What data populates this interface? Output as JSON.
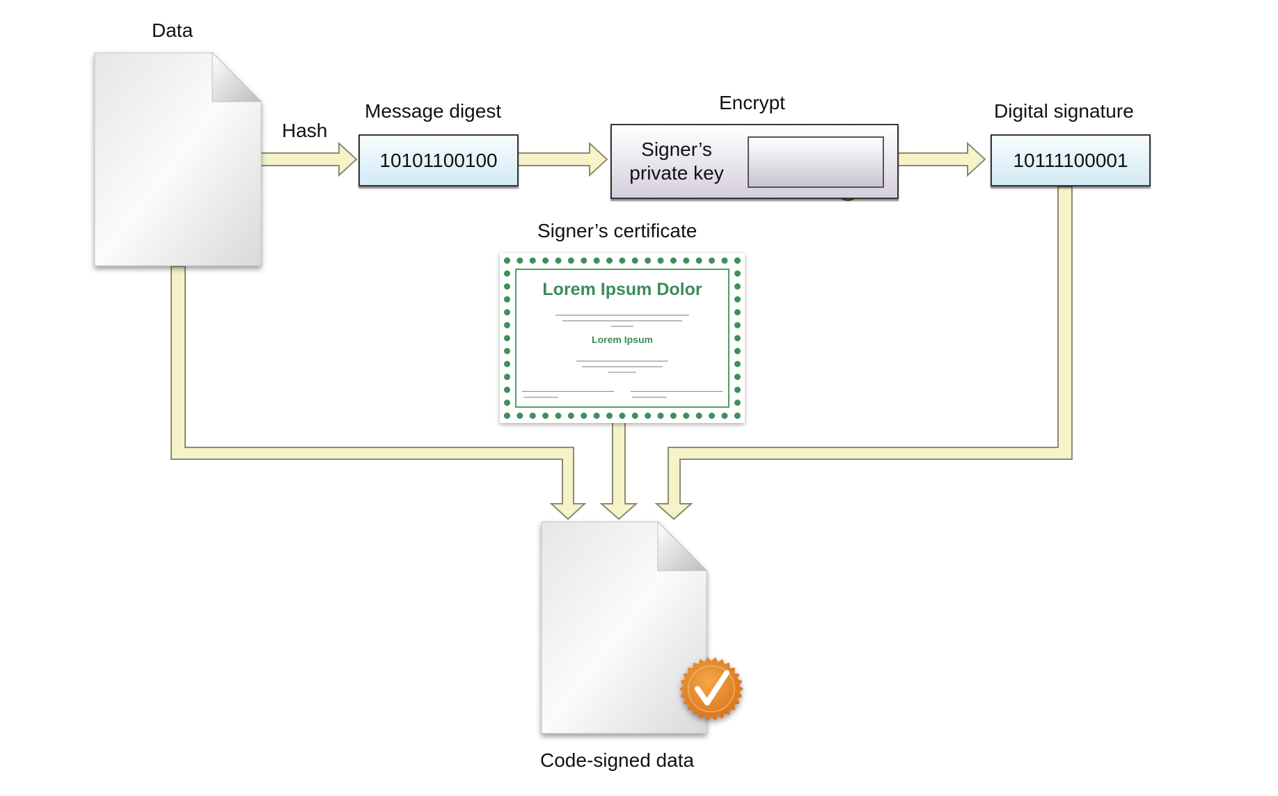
{
  "labels": {
    "data": "Data",
    "hash": "Hash",
    "message_digest": "Message digest",
    "encrypt": "Encrypt",
    "digital_signature": "Digital signature",
    "signers_certificate": "Signer’s certificate",
    "code_signed_data": "Code-signed data"
  },
  "boxes": {
    "digest_value": "10101100100",
    "signature_value": "10111100001",
    "private_key_line1": "Signer’s",
    "private_key_line2": "private key"
  },
  "certificate": {
    "title": "Lorem Ipsum Dolor",
    "subtitle": "Lorem Ipsum"
  },
  "colors": {
    "arrow_fill": "#f6f3c8",
    "arrow_stroke": "#8a8a70",
    "box_fill": "#dcedf7",
    "encrypt_fill": "#dbd5e3",
    "cert_green": "#3c8c5a",
    "badge_orange": "#e8891f",
    "key_gold": "#c9a640"
  },
  "icons": [
    "document-icon",
    "key-icon",
    "certificate-icon",
    "checkmark-badge-icon"
  ]
}
